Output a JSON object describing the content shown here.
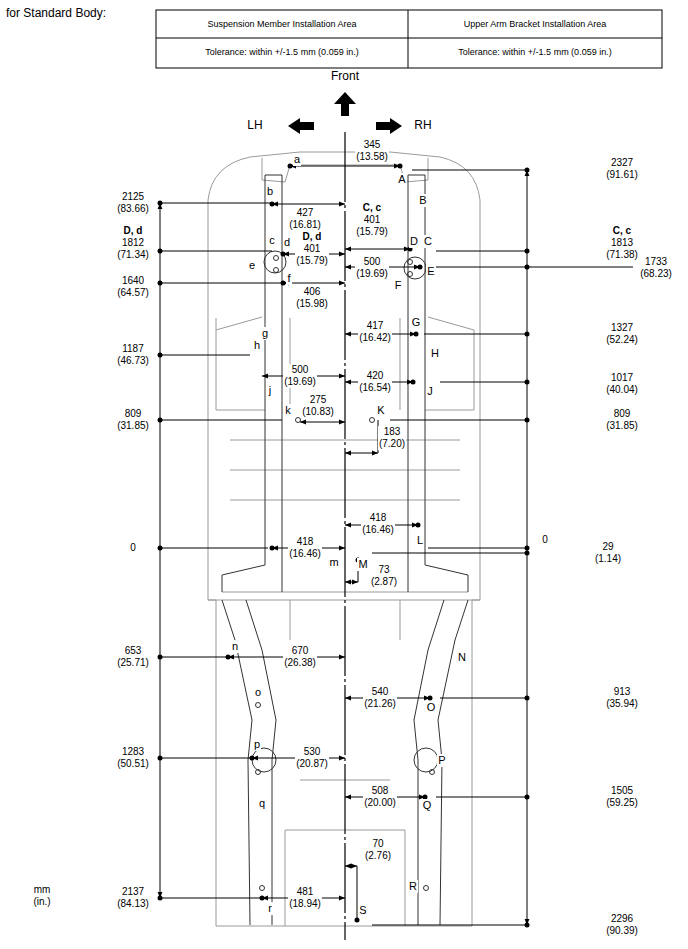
{
  "diagram": {
    "title": "for Standard Body:",
    "labels": [
      "Suspension Member Installation Area",
      "Tolerance: within +/-1.5 mm (0.059 in.)",
      "Upper Arm Bracket Installation Area",
      "Tolerance: within +/-1.5 mm (0.059 in.)",
      "Front",
      "LH",
      "RH",
      "345 (13.58)",
      "2327 (91.61)",
      "a",
      "A",
      "2125 (83.66)",
      "b",
      "427 (16.81)",
      "B",
      "C, c",
      "401 (15.79)",
      "D, d",
      "1812 (71.34)",
      "c",
      "d",
      "D, d",
      "401 (15.79)",
      "D",
      "C",
      "C, c",
      "1813 (71.38)",
      "500 (19.69)",
      "1733 (68.23)",
      "e",
      "E",
      "1640 (64.57)",
      "f",
      "406 (15.98)",
      "F",
      "g",
      "G",
      "417 (16.42)",
      "1327 (52.24)",
      "1187 (46.73)",
      "h",
      "H",
      "500 (19.69)",
      "420 (16.54)",
      "1017 (40.04)",
      "j",
      "J",
      "275 (10.83)",
      "809 (31.85)",
      "k",
      "K",
      "809 (31.85)",
      "183 (7.20)",
      "418 (16.46)",
      "L",
      "0",
      "418 (16.46)",
      "m",
      "M",
      "0",
      "29 (1.14)",
      "73 (2.87)",
      "653 (25.71)",
      "n",
      "670 (26.38)",
      "N",
      "540 (21.26)",
      "913 (35.94)",
      "o",
      "O",
      "1283 (50.51)",
      "p",
      "530 (20.87)",
      "P",
      "508 (20.00)",
      "1505 (59.25)",
      "q",
      "Q",
      "70 (2.76)",
      "mm (in.)",
      "2137 (84.13)",
      "481 (18.94)",
      "R",
      "r",
      "S",
      "2296 (90.39)"
    ]
  }
}
